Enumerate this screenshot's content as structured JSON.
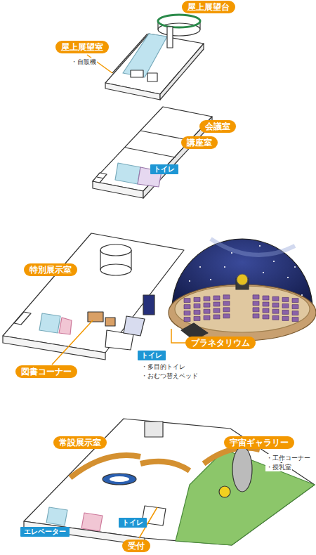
{
  "diagram": {
    "nodes": [
      {
        "text": [
          "屋上展望台"
        ]
      },
      {
        "text": [
          "屋上展望室"
        ]
      },
      {
        "text": [
          "会議室"
        ]
      },
      {
        "text": [
          "講座室"
        ]
      },
      {
        "text": [
          "トイレ"
        ]
      },
      {
        "text": [
          "特別展示室"
        ]
      },
      {
        "text": [
          "プラネタリウム"
        ]
      },
      {
        "text": [
          "トイレ"
        ]
      },
      {
        "text": [
          "図書コーナー"
        ]
      },
      {
        "text": [
          "常設展示室"
        ]
      },
      {
        "text": [
          "宇宙ギャラリー"
        ]
      },
      {
        "text": [
          "トイレ"
        ]
      },
      {
        "text": [
          "エレベーター"
        ]
      },
      {
        "text": [
          "受付"
        ]
      }
    ],
    "labels": [
      "・自販機",
      "・多目的トイレ",
      "・おむつ替えベッド",
      "・工作コーナー",
      "・授乳室"
    ]
  }
}
